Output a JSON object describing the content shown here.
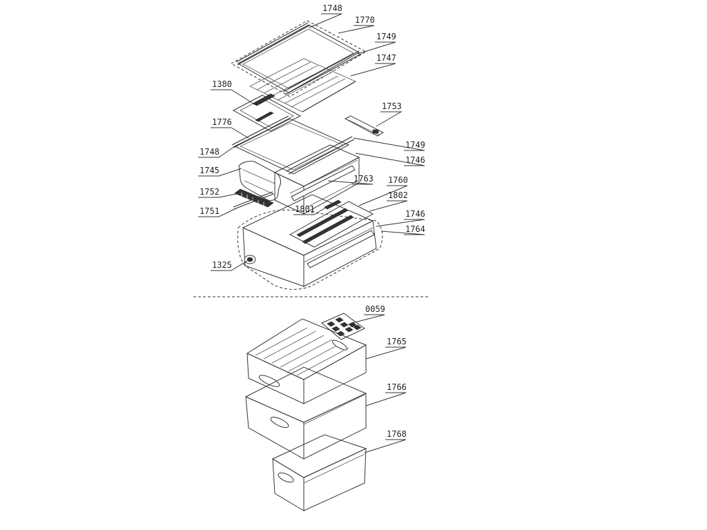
{
  "labels": {
    "l1748a": "1748",
    "l1770": "1770",
    "l1749a": "1749",
    "l1747": "1747",
    "l1380": "1380",
    "l1753": "1753",
    "l1776": "1776",
    "l1749b": "1749",
    "l1748b": "1748",
    "l1746a": "1746",
    "l1745": "1745",
    "l1763": "1763",
    "l1760": "1760",
    "l1752": "1752",
    "l1802": "1802",
    "l1751": "1751",
    "l1801": "1801",
    "l1746b": "1746",
    "l1764": "1764",
    "l1325": "1325",
    "l0059": "0059",
    "l1765": "1765",
    "l1766": "1766",
    "l1768": "1768"
  }
}
